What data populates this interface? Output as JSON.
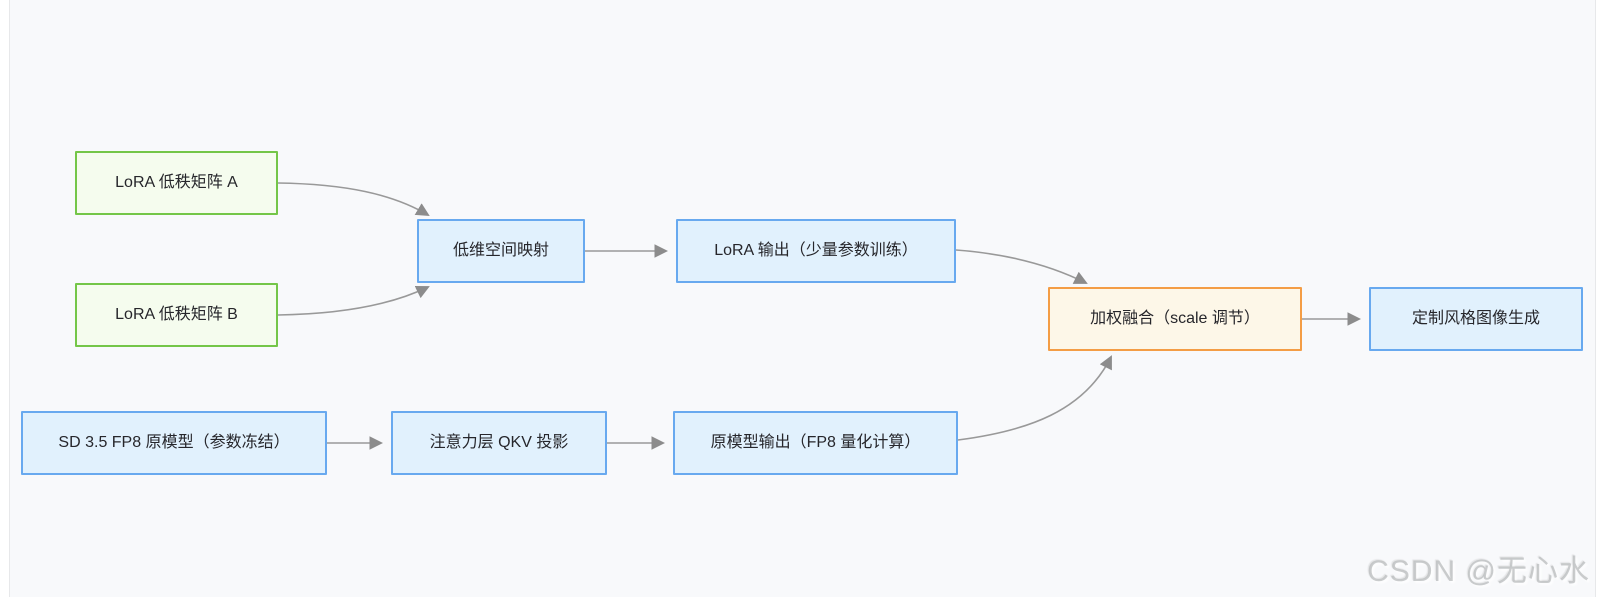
{
  "page": {
    "watermark": "CSDN @无心水"
  },
  "colors": {
    "canvas_background": "#f8f9fb",
    "page_margin": "#ffffff",
    "green_node_fill": "#f5fcee",
    "green_node_border": "#74c648",
    "blue_node_fill": "#e1f1fd",
    "blue_node_border": "#68a9ef",
    "orange_node_fill": "#fdf7e8",
    "orange_node_border": "#f49d45",
    "edge_stroke": "#999999",
    "node_text": "#26262b",
    "watermark_text": "#babcbe"
  },
  "diagram": {
    "type": "flowchart-left-to-right",
    "nodes": [
      {
        "id": "lora-matrix-a",
        "label": "LoRA 低秩矩阵 A",
        "kind": "green"
      },
      {
        "id": "lora-matrix-b",
        "label": "LoRA 低秩矩阵 B",
        "kind": "green"
      },
      {
        "id": "low-dim-mapping",
        "label": "低维空间映射",
        "kind": "blue"
      },
      {
        "id": "lora-output",
        "label": "LoRA 输出（少量参数训练）",
        "kind": "blue"
      },
      {
        "id": "sd-base-model",
        "label": "SD 3.5 FP8 原模型（参数冻结）",
        "kind": "blue"
      },
      {
        "id": "qkv-projection",
        "label": "注意力层 QKV 投影",
        "kind": "blue"
      },
      {
        "id": "base-model-output",
        "label": "原模型输出（FP8 量化计算）",
        "kind": "blue"
      },
      {
        "id": "weighted-fusion",
        "label": "加权融合（scale 调节）",
        "kind": "orange"
      },
      {
        "id": "styled-image-output",
        "label": "定制风格图像生成",
        "kind": "blue"
      }
    ],
    "edges": [
      {
        "from": "lora-matrix-a",
        "to": "low-dim-mapping"
      },
      {
        "from": "lora-matrix-b",
        "to": "low-dim-mapping"
      },
      {
        "from": "low-dim-mapping",
        "to": "lora-output"
      },
      {
        "from": "lora-output",
        "to": "weighted-fusion"
      },
      {
        "from": "sd-base-model",
        "to": "qkv-projection"
      },
      {
        "from": "qkv-projection",
        "to": "base-model-output"
      },
      {
        "from": "base-model-output",
        "to": "weighted-fusion"
      },
      {
        "from": "weighted-fusion",
        "to": "styled-image-output"
      }
    ]
  }
}
